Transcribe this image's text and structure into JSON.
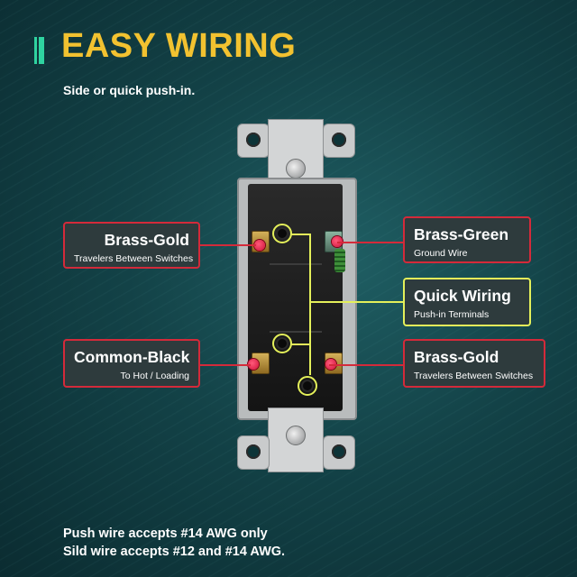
{
  "header": {
    "title": "EASY WIRING",
    "subtitle": "Side or quick push-in."
  },
  "callouts": {
    "left_top": {
      "main": "Brass-Gold",
      "sub": "Travelers Between Switches"
    },
    "left_bottom": {
      "main": "Common-Black",
      "sub": "To Hot / Loading"
    },
    "right_top": {
      "main": "Brass-Green",
      "sub": "Ground Wire"
    },
    "right_middle": {
      "main": "Quick Wiring",
      "sub": "Push-in Terminals"
    },
    "right_bottom": {
      "main": "Brass-Gold",
      "sub": "Travelers Between Switches"
    }
  },
  "footer": {
    "line1": "Push wire accepts #14 AWG only",
    "line2": "Sild wire accepts #12 and #14 AWG."
  },
  "colors": {
    "title": "#f2c230",
    "accent_bar": "#2fd3a0",
    "callout_border_red": "#d42a3a",
    "callout_border_yellow": "#e4f05a",
    "background": "#134247"
  },
  "icons": {
    "title_bar": "vertical-bars-icon",
    "terminal_marker": "red-dot-icon",
    "push_in_marker": "yellow-ring-icon"
  }
}
